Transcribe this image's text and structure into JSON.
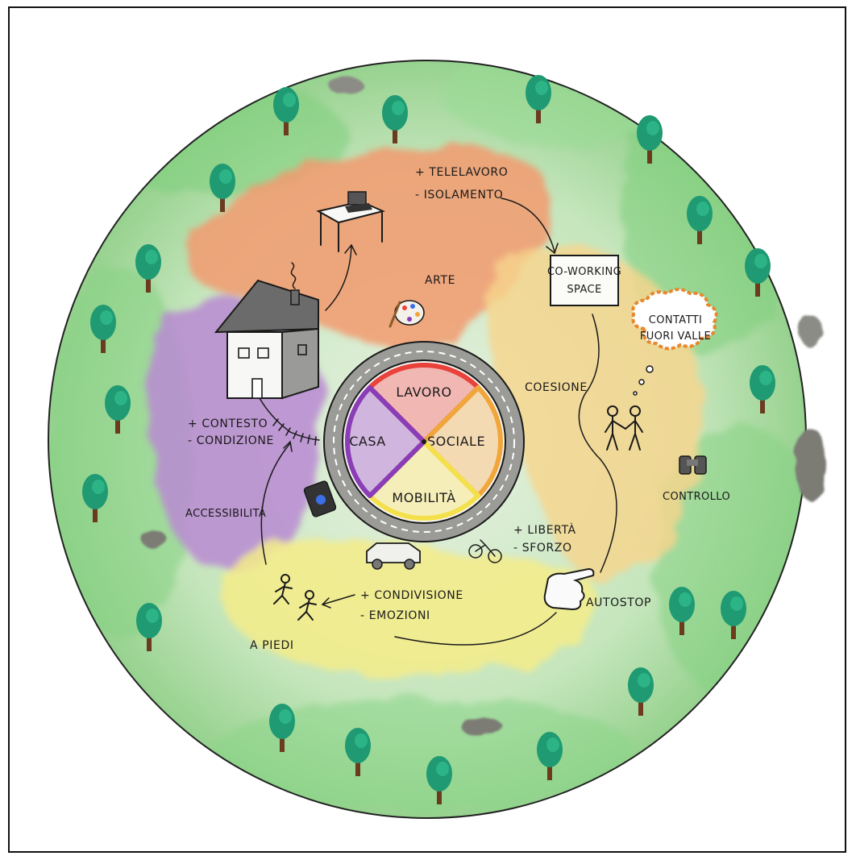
{
  "segments": {
    "lavoro": "LAVORO",
    "sociale": "SOCIALE",
    "mobilita": "MOBILITÀ",
    "casa": "CASA"
  },
  "labels": {
    "telelavoro": "+ TELELAVORO",
    "isolamento": "- ISOLAMENTO",
    "coworking_line1": "CO-WORKING",
    "coworking_line2": "SPACE",
    "arte": "ARTE",
    "contatti_line1": "CONTATTI",
    "contatti_line2": "FUORI VALLE",
    "coesione": "COESIONE",
    "controllo": "CONTROLLO",
    "contesto": "+ CONTESTO",
    "condizione": "- CONDIZIONE",
    "accessibilita": "ACCESSIBILITÀ",
    "liberta": "+ LIBERTÀ",
    "sforzo": "- SFORZO",
    "condivisione": "+ CONDIVISIONE",
    "emozioni": "- EMOZIONI",
    "autostop": "AUTOSTOP",
    "a_piedi": "A PIEDI"
  },
  "colors": {
    "lavoro": "#e8423a",
    "sociale": "#f0a63a",
    "mobilita": "#f3e04a",
    "casa": "#8a3db6",
    "meadow": "#9ed59a",
    "work_zone": "#f29a6e",
    "social_zone": "#f7d48c",
    "mobility_zone": "#f5ec88",
    "home_zone": "#b88ad2"
  }
}
